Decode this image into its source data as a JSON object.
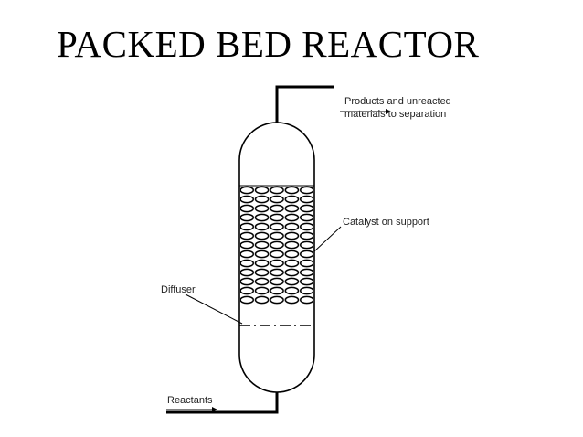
{
  "title": "PACKED BED REACTOR",
  "labels": {
    "products": [
      "Products and unreacted",
      "materials to separation"
    ],
    "catalyst": "Catalyst on support",
    "diffuser": "Diffuser",
    "reactants": "Reactants"
  },
  "colors": {
    "line": "#000000",
    "text": "#222222",
    "background": "#ffffff"
  }
}
